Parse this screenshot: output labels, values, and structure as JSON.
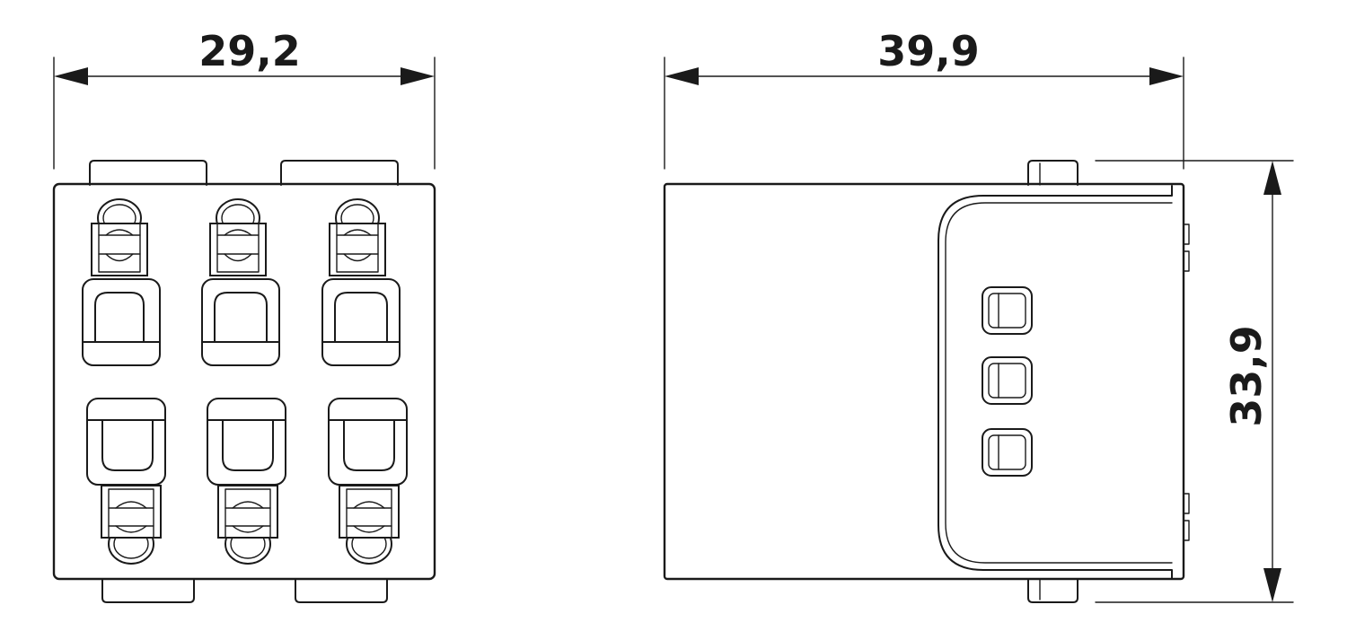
{
  "drawing": {
    "front_view": {
      "width_dimension": "29,2"
    },
    "side_view": {
      "depth_dimension": "39,9",
      "height_dimension": "33,9"
    }
  }
}
